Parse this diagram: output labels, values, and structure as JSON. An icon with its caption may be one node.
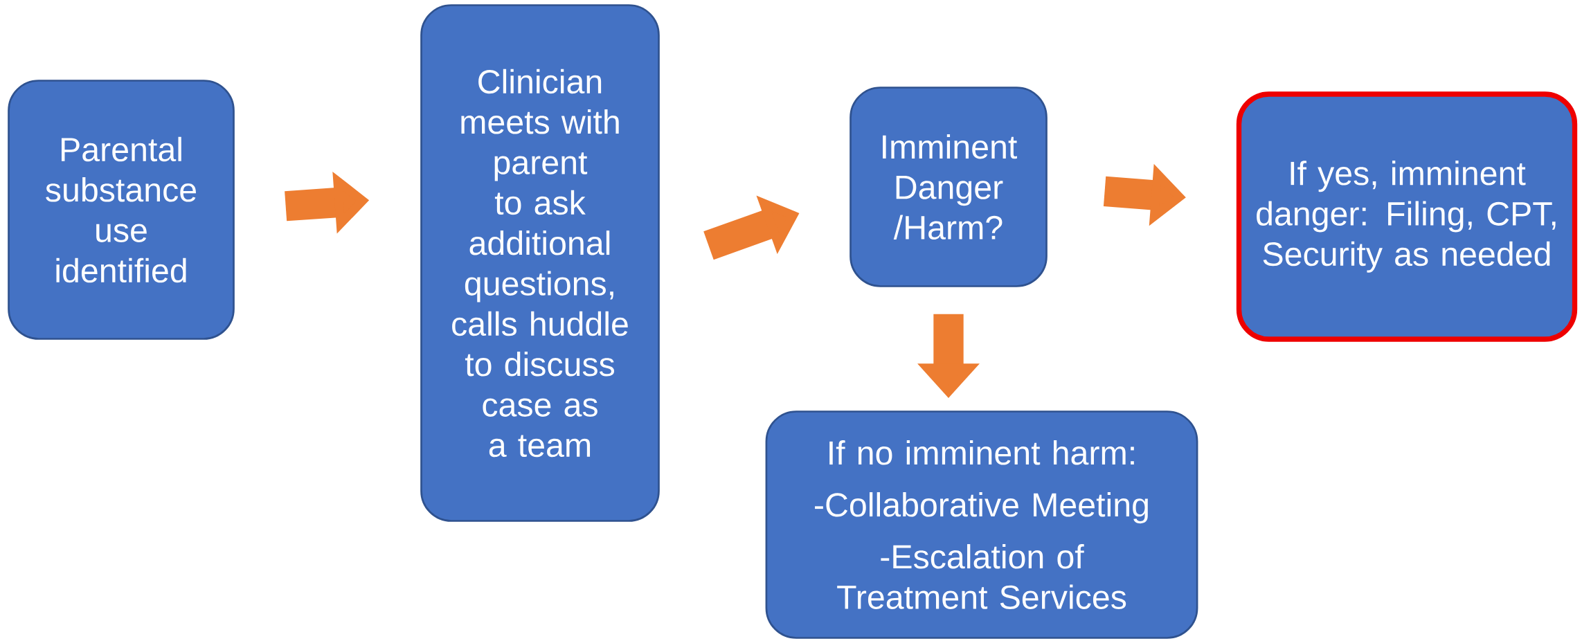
{
  "diagram": {
    "nodes": [
      {
        "text": [
          "Parental substance use identified"
        ]
      },
      {
        "text": [
          "Clinician meets with parent to ask additional questions, calls huddle to discuss case as a team"
        ]
      },
      {
        "text": [
          "Imminent Danger /Harm?"
        ]
      },
      {
        "text": [
          "If yes, imminent danger: Filing, CPT, Security as needed"
        ]
      },
      {
        "text": [
          "If no imminent harm:",
          "-Collaborative Meeting",
          "-Escalation of Treatment Services"
        ]
      }
    ],
    "edges": [
      {
        "from": 0,
        "to": 1,
        "arrow": "to"
      },
      {
        "from": 1,
        "to": 2,
        "arrow": "to"
      },
      {
        "from": 2,
        "to": 3,
        "arrow": "to"
      },
      {
        "from": 2,
        "to": 4,
        "arrow": "to"
      }
    ]
  }
}
